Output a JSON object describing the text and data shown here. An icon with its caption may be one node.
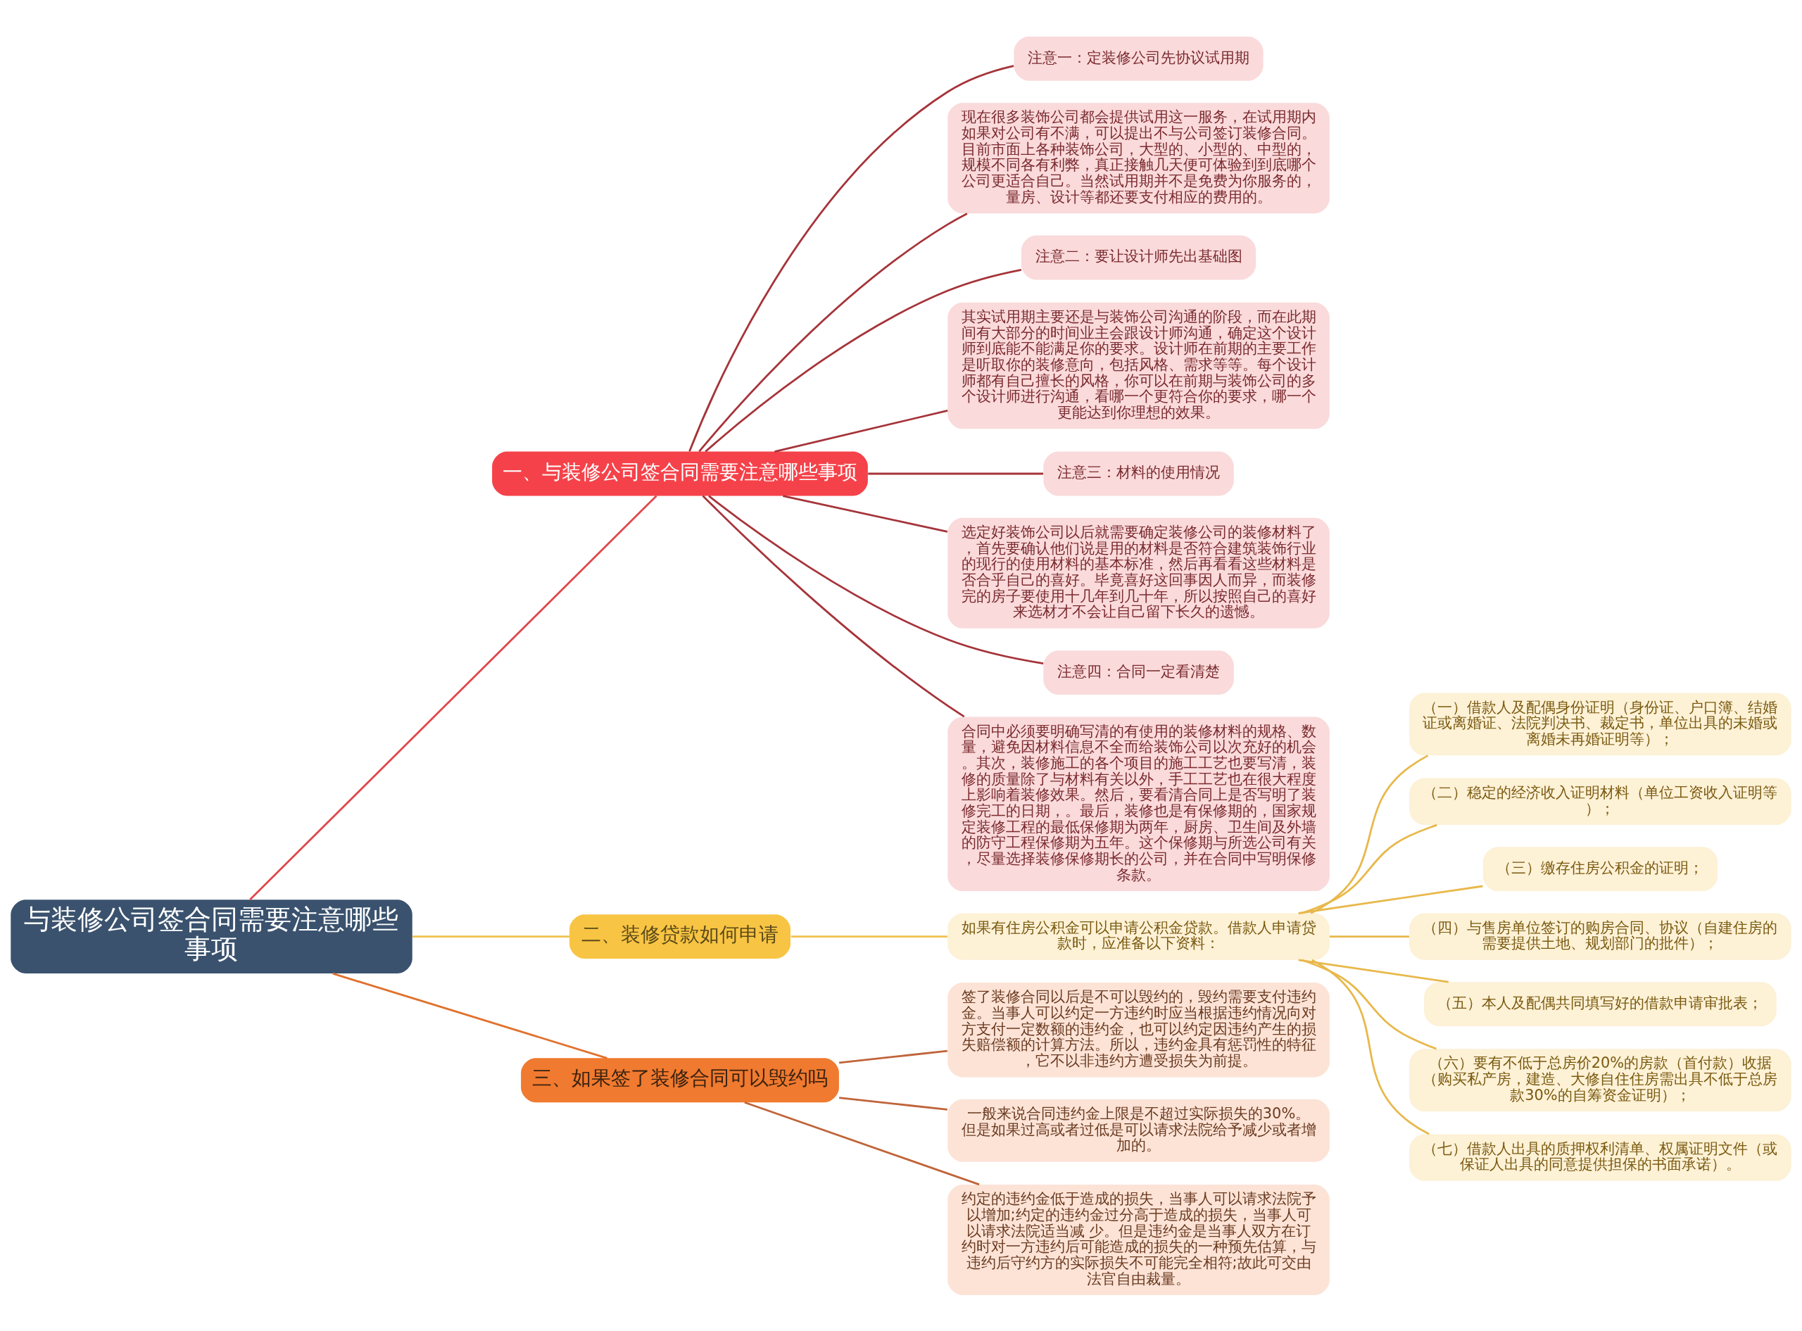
{
  "diagram": {
    "nodes": [
      {
        "text": [
          "与装修公司签合同需要注意哪些事项"
        ]
      },
      {
        "text": [
          "一、与装修公司签合同需要注意哪些事项"
        ]
      },
      {
        "text": [
          "注意一：定装修公司先协议试用期"
        ]
      },
      {
        "text": [
          "现在很多装饰公司都会提供试用这一服务，在试用期内如果对公司有不满，可以提出不与公司签订装修合同。目前市面上各种装饰公司，大型的、小型的、中型的，规模不同各有利弊，真正接触几天便可体验到到底哪个公司更适合自己。当然试用期并不是免费为你服务的，量房、设计等都还要支付相应的费用的。"
        ]
      },
      {
        "text": [
          "注意二：要让设计师先出基础图"
        ]
      },
      {
        "text": [
          "其实试用期主要还是与装饰公司沟通的阶段，而在此期间有大部分的时间业主会跟设计师沟通，确定这个设计师到底能不能满足你的要求。设计师在前期的主要工作是听取你的装修意向，包括风格、需求等等。每个设计师都有自己擅长的风格，你可以在前期与装饰公司的多个设计师进行沟通，看哪一个更符合你的要求，哪一个更能达到你理想的效果。"
        ]
      },
      {
        "text": [
          "注意三：材料的使用情况"
        ]
      },
      {
        "text": [
          "选定好装饰公司以后就需要确定装修公司的装修材料了，首先要确认他们说是用的材料是否符合建筑装饰行业的现行的使用材料的基本标准，然后再看看这些材料是否合乎自己的喜好。毕竟喜好这回事因人而异，而装修完的房子要使用十几年到几十年，所以按照自己的喜好来选材才不会让自己留下长久的遗憾。"
        ]
      },
      {
        "text": [
          "注意四：合同一定看清楚"
        ]
      },
      {
        "text": [
          "合同中必须要明确写清的有使用的装修材料的规格、数量，避免因材料信息不全而给装饰公司以次充好的机会。其次，装修施工的各个项目的施工工艺也要写清，装修的质量除了与材料有关以外，手工工艺也在很大程度上影响着装修效果。然后，要看清合同上是否写明了装修完工的日期，。最后，装修也是有保修期的，国家规定装修工程的最低保修期为两年，厨房、卫生间及外墙的防守工程保修期为五年。这个保修期与所选公司有关，尽量选择装修保修期长的公司，并在合同中写明保修条款。"
        ]
      },
      {
        "text": [
          "二、装修贷款如何申请"
        ]
      },
      {
        "text": [
          "如果有住房公积金可以申请公积金贷款。借款人申请贷款时，应准备以下资料："
        ]
      },
      {
        "text": [
          "（一）借款人及配偶身份证明（身份证、户口簿、结婚证或离婚证、法院判决书、裁定书，单位出具的未婚或离婚未再婚证明等）；"
        ]
      },
      {
        "text": [
          "（二）稳定的经济收入证明材料（单位工资收入证明等）；"
        ]
      },
      {
        "text": [
          "（三）缴存住房公积金的证明；"
        ]
      },
      {
        "text": [
          "（四）与售房单位签订的购房合同、协议（自建住房的需要提供土地、规划部门的批件）；"
        ]
      },
      {
        "text": [
          "（五）本人及配偶共同填写好的借款申请审批表；"
        ]
      },
      {
        "text": [
          "（六）要有不低于总房价20%的房款（首付款）收据（购买私产房，建造、大修自住住房需出具不低于总房款30%的自筹资金证明）；"
        ]
      },
      {
        "text": [
          "（七）借款人出具的质押权利清单、权属证明文件（或保证人出具的同意提供担保的书面承诺）。"
        ]
      },
      {
        "text": [
          "三、如果签了装修合同可以毁约吗"
        ]
      },
      {
        "text": [
          "签了装修合同以后是不可以毁约的，毁约需要支付违约金。当事人可以约定一方违约时应当根据违约情况向对方支付一定数额的违约金，也可以约定因违约产生的损失赔偿额的计算方法。所以，违约金具有惩罚性的特征，它不以非违约方遭受损失为前提。"
        ]
      },
      {
        "text": [
          "一般来说合同违约金上限是不超过实际损失的30%。但是如果过高或者过低是可以请求法院给予减少或者增加的。"
        ]
      },
      {
        "text": [
          "约定的违约金低于造成的损失，当事人可以请求法院予以增加;约定的违约金过分高于造成的损失，当事人可以请求法院适当减 少。但是违约金是当事人双方在订约时对一方违约后可能造成的损失的一种预先估算，与违约后守约方的实际损失不可能完全相符;故此可交由法官自由裁量。"
        ]
      }
    ],
    "edges": [
      {
        "from": 0,
        "to": 1,
        "arrow": "none",
        "color": "#e0474c"
      },
      {
        "from": 1,
        "to": 2,
        "arrow": "none",
        "color": "#a5343a"
      },
      {
        "from": 1,
        "to": 3,
        "arrow": "none",
        "color": "#a5343a"
      },
      {
        "from": 1,
        "to": 4,
        "arrow": "none",
        "color": "#a5343a"
      },
      {
        "from": 1,
        "to": 5,
        "arrow": "none",
        "color": "#a5343a"
      },
      {
        "from": 1,
        "to": 6,
        "arrow": "none",
        "color": "#a5343a"
      },
      {
        "from": 1,
        "to": 7,
        "arrow": "none",
        "color": "#a5343a"
      },
      {
        "from": 1,
        "to": 8,
        "arrow": "none",
        "color": "#a5343a"
      },
      {
        "from": 1,
        "to": 9,
        "arrow": "none",
        "color": "#a5343a"
      },
      {
        "from": 0,
        "to": 10,
        "arrow": "none",
        "color": "#f2c14e"
      },
      {
        "from": 10,
        "to": 11,
        "arrow": "none",
        "color": "#f2c14e"
      },
      {
        "from": 11,
        "to": 12,
        "arrow": "none",
        "color": "#e8b84a"
      },
      {
        "from": 11,
        "to": 13,
        "arrow": "none",
        "color": "#e8b84a"
      },
      {
        "from": 11,
        "to": 14,
        "arrow": "none",
        "color": "#e8b84a"
      },
      {
        "from": 11,
        "to": 15,
        "arrow": "none",
        "color": "#e8b84a"
      },
      {
        "from": 11,
        "to": 16,
        "arrow": "none",
        "color": "#e8b84a"
      },
      {
        "from": 11,
        "to": 17,
        "arrow": "none",
        "color": "#e8b84a"
      },
      {
        "from": 11,
        "to": 18,
        "arrow": "none",
        "color": "#e8b84a"
      },
      {
        "from": 0,
        "to": 19,
        "arrow": "none",
        "color": "#e0712c"
      },
      {
        "from": 19,
        "to": 20,
        "arrow": "none",
        "color": "#c0643a"
      },
      {
        "from": 19,
        "to": 21,
        "arrow": "none",
        "color": "#c0643a"
      },
      {
        "from": 19,
        "to": 22,
        "arrow": "none",
        "color": "#c0643a"
      }
    ]
  }
}
